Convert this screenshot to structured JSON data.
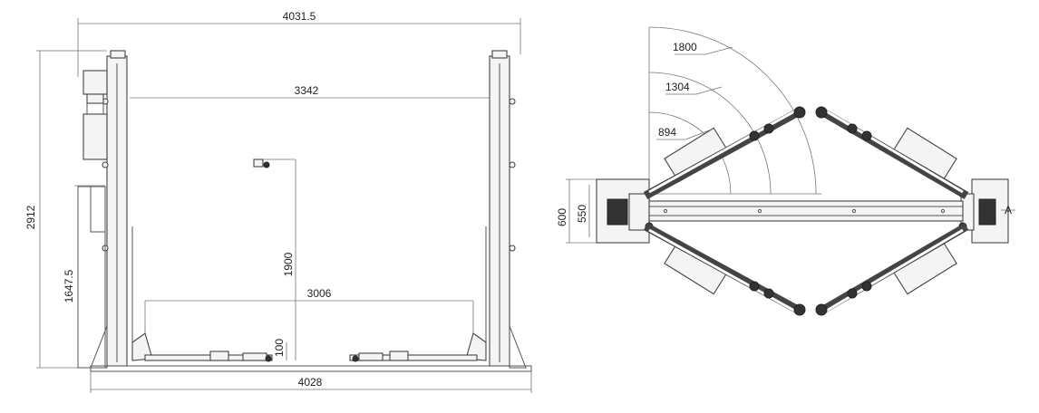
{
  "front_view": {
    "dims": {
      "overall_top": "4031.5",
      "inner_top": "3342",
      "inner_lower": "3006",
      "base_width": "4028",
      "total_height": "2912",
      "motor_height": "1647.5",
      "lift_height": "1900",
      "min_height": "100"
    }
  },
  "top_view": {
    "dims": {
      "arc_outer": "1800",
      "arc_mid": "1304",
      "arc_inner": "894",
      "width_outer": "600",
      "width_inner": "550",
      "marker": "A"
    }
  }
}
